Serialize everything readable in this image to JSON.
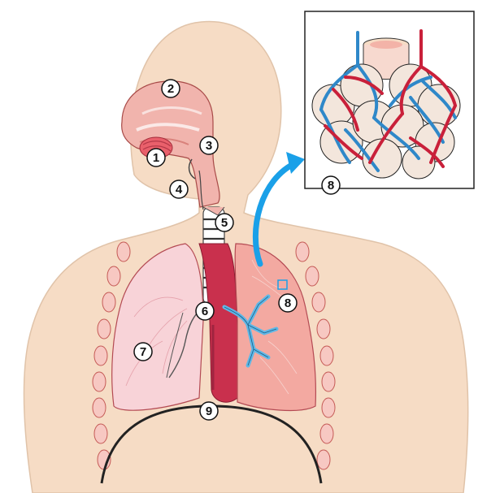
{
  "diagram": {
    "labels": [
      {
        "id": "1",
        "text": "1"
      },
      {
        "id": "2",
        "text": "2"
      },
      {
        "id": "3",
        "text": "3"
      },
      {
        "id": "4",
        "text": "4"
      },
      {
        "id": "5",
        "text": "5"
      },
      {
        "id": "6",
        "text": "6"
      },
      {
        "id": "7",
        "text": "7"
      },
      {
        "id": "8a",
        "text": "8"
      },
      {
        "id": "8b",
        "text": "8"
      },
      {
        "id": "9",
        "text": "9"
      }
    ],
    "colors": {
      "skin": "#f6dcc5",
      "skin_outline": "#d8bfa8",
      "lung": "#f3a9a1",
      "lung_light": "#f8d3d8",
      "heart": "#c9304d",
      "trachea": "#f1b4ad",
      "bronchi": "#5fb8e6",
      "vein": "#2f88c9",
      "artery": "#c9203a",
      "arrow": "#1aa0e8",
      "rib": "#f0a09a"
    },
    "icons": [
      "alveoli-inset",
      "arrow-to-inset"
    ]
  }
}
